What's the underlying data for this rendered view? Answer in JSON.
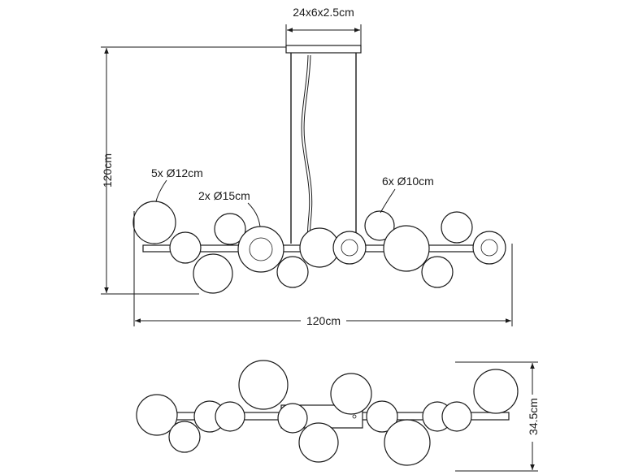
{
  "labels": {
    "canopy_size": "24x6x2.5cm",
    "height": "120cm",
    "width": "120cm",
    "depth": "34.5cm",
    "globes_12": "5x Ø12cm",
    "globes_15": "2x Ø15cm",
    "globes_10": "6x Ø10cm"
  }
}
